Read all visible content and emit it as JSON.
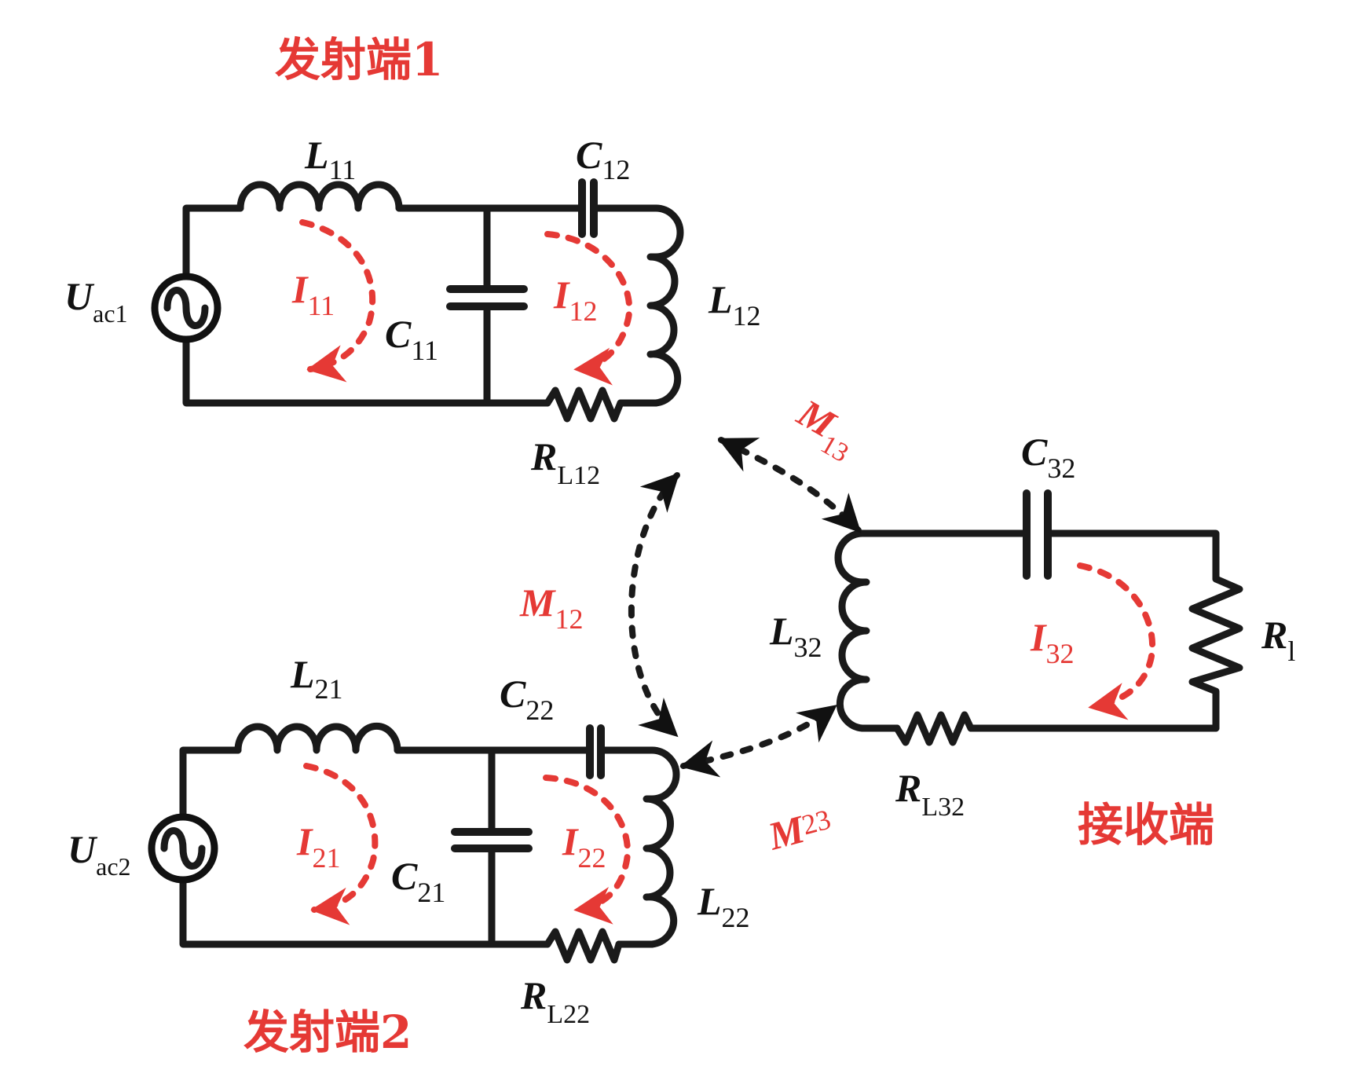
{
  "titles": {
    "transmitter1": "发射端1",
    "transmitter2": "发射端2",
    "receiver": "接收端"
  },
  "colors": {
    "wire": "#1a1a1a",
    "accent_red": "#e53935"
  },
  "transmitter1": {
    "source": {
      "main": "U",
      "sub": "ac1"
    },
    "L11": {
      "main": "L",
      "sub": "11"
    },
    "C11": {
      "main": "C",
      "sub": "11"
    },
    "C12": {
      "main": "C",
      "sub": "12"
    },
    "L12": {
      "main": "L",
      "sub": "12"
    },
    "RL12": {
      "main": "R",
      "sub": "L12"
    },
    "I11": {
      "main": "I",
      "sub": "11"
    },
    "I12": {
      "main": "I",
      "sub": "12"
    }
  },
  "transmitter2": {
    "source": {
      "main": "U",
      "sub": "ac2"
    },
    "L21": {
      "main": "L",
      "sub": "21"
    },
    "C21": {
      "main": "C",
      "sub": "21"
    },
    "C22": {
      "main": "C",
      "sub": "22"
    },
    "L22": {
      "main": "L",
      "sub": "22"
    },
    "RL22": {
      "main": "R",
      "sub": "L22"
    },
    "I21": {
      "main": "I",
      "sub": "21"
    },
    "I22": {
      "main": "I",
      "sub": "22"
    }
  },
  "receiver": {
    "L32": {
      "main": "L",
      "sub": "32"
    },
    "C32": {
      "main": "C",
      "sub": "32"
    },
    "Rl": {
      "main": "R",
      "sub": "l"
    },
    "RL32": {
      "main": "R",
      "sub": "L32"
    },
    "I32": {
      "main": "I",
      "sub": "32"
    }
  },
  "coupling": {
    "M12": {
      "main": "M",
      "sub": "12"
    },
    "M13": {
      "main": "M",
      "sub": "13"
    },
    "M23": {
      "main": "M",
      "sub": "23"
    }
  }
}
